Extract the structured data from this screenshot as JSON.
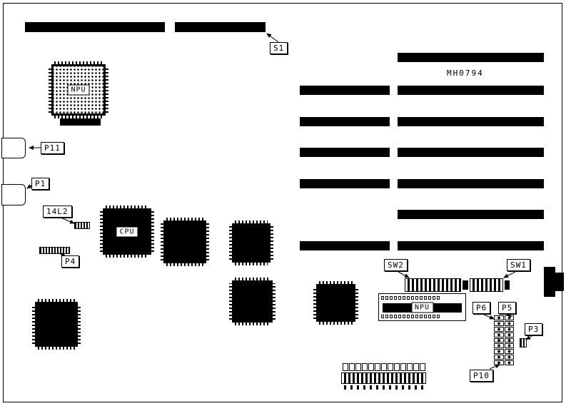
{
  "diagram": {
    "part_number": "MH0794",
    "components": {
      "npu_socket_label": "NPU",
      "cpu_label": "CPU",
      "npu_dip_label": "NPU"
    },
    "callouts": {
      "s1": "S1",
      "p11": "P11",
      "p1": "P1",
      "l14l2": "14L2",
      "p4": "P4",
      "sw2": "SW2",
      "sw1": "SW1",
      "p6": "P6",
      "p5": "P5",
      "p3": "P3",
      "p10": "P10"
    }
  }
}
